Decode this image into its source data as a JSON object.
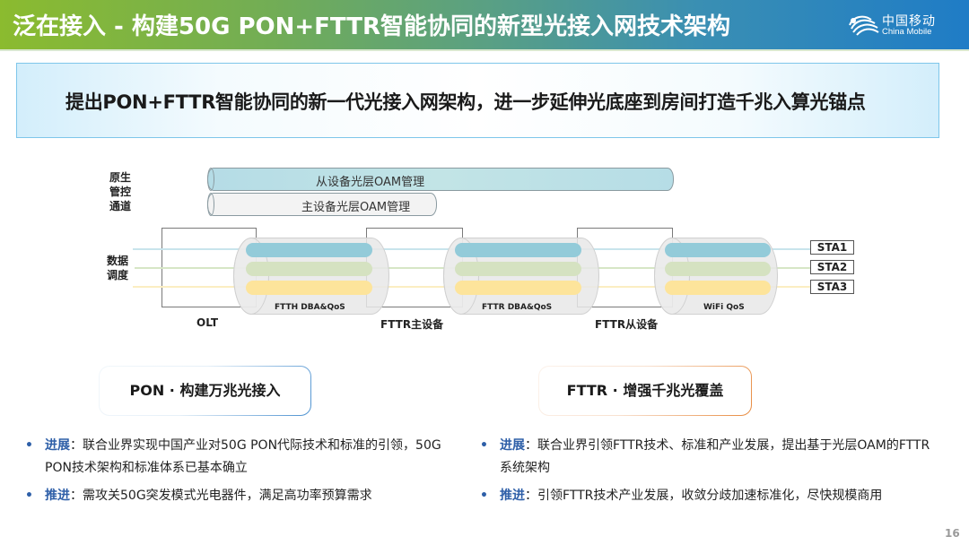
{
  "header": {
    "title": "泛在接入 - 构建50G PON+FTTR智能协同的新型光接入网技术架构",
    "logo_cn": "中国移动",
    "logo_en": "China Mobile"
  },
  "subtitle": "提出PON+FTTR智能协同的新一代光接入网架构，进一步延伸光底座到房间打造千兆入算光锚点",
  "diagram": {
    "control_label": [
      "原生",
      "管控",
      "通道"
    ],
    "data_label": [
      "数据",
      "调度"
    ],
    "oam_slave": "从设备光层OAM管理",
    "oam_master": "主设备光层OAM管理",
    "devices": [
      "OLT",
      "FTTR主设备",
      "FTTR从设备"
    ],
    "links": [
      "FTTH DBA&QoS",
      "FTTR DBA&QoS",
      "WiFi QoS"
    ],
    "stations": [
      "STA1",
      "STA2",
      "STA3"
    ],
    "colors": {
      "blue": "#93cbd9",
      "green": "#d5e2c1",
      "yellow": "#fde49b",
      "oam_slave_fill": "#b6dde6"
    }
  },
  "sections": {
    "pon": {
      "tag": "PON · 构建万兆光接入",
      "items": [
        {
          "keyword": "进展",
          "sep": "：",
          "text": "联合业界实现中国产业对50G PON代际技术和标准的引领，50G PON技术架构和标准体系已基本确立"
        },
        {
          "keyword": "推进",
          "sep": "：",
          "text": "需攻关50G突发模式光电器件，满足高功率预算需求"
        }
      ]
    },
    "fttr": {
      "tag": "FTTR · 增强千兆光覆盖",
      "items": [
        {
          "keyword": "进展",
          "sep": "：",
          "text": "联合业界引领FTTR技术、标准和产业发展，提出基于光层OAM的FTTR系统架构"
        },
        {
          "keyword": "推进",
          "sep": "：",
          "text": "引领FTTR技术产业发展，收敛分歧加速标准化，尽快规模商用"
        }
      ]
    }
  },
  "bullet_glyph": "•",
  "page_number": "16"
}
